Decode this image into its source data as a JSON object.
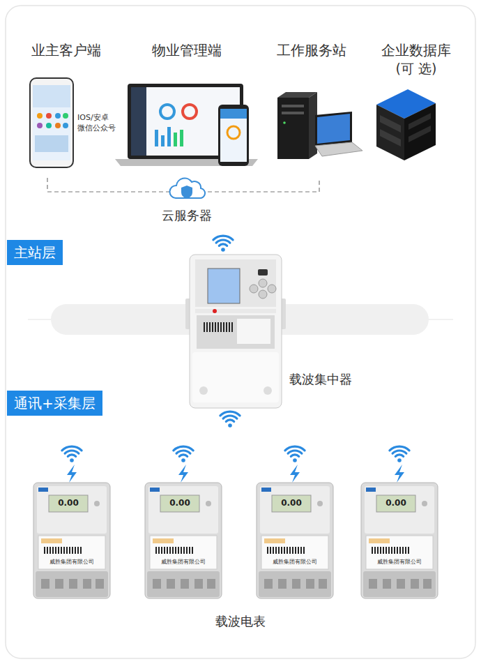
{
  "diagram": {
    "nodes": [
      {
        "text": [
          "主站层"
        ]
      },
      {
        "text": [
          "通讯+采集层"
        ]
      }
    ],
    "labels": [
      "业主客户端",
      "物业管理端",
      "工作服务站",
      "企业数据库",
      "(可 选)",
      "IOS/安卓",
      "微信公众号",
      "云服务器",
      "载波集中器",
      "0.00",
      "0.00",
      "0.00",
      "0.00",
      "威胜集团有限公司",
      "威胜集团有限公司",
      "威胜集团有限公司",
      "威胜集团有限公司",
      "载波电表"
    ]
  }
}
